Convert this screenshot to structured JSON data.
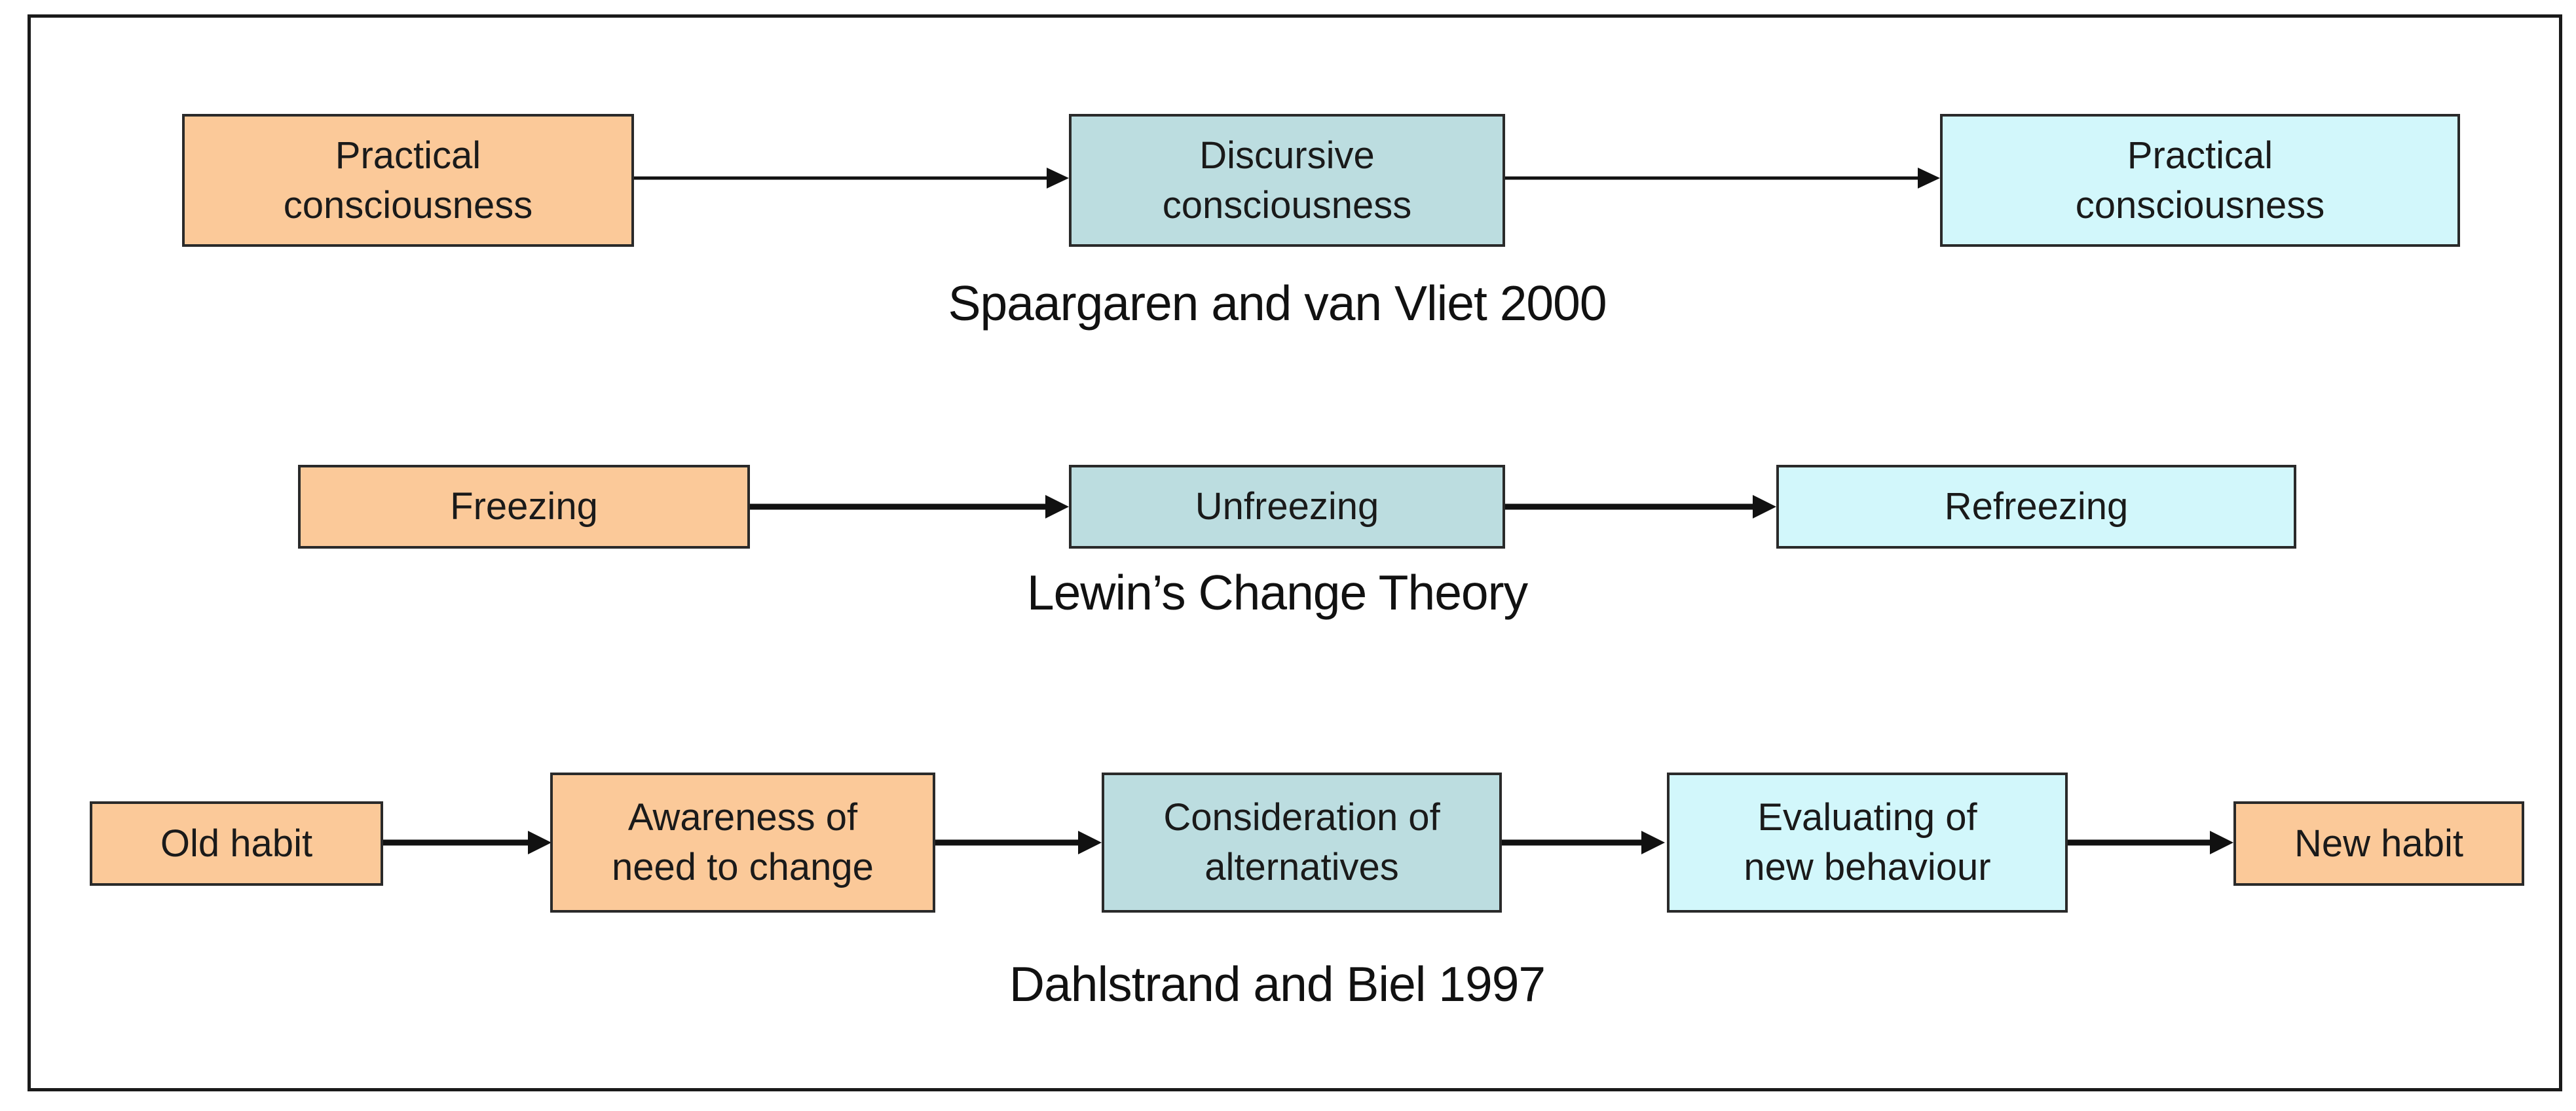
{
  "rows": [
    {
      "boxes": [
        {
          "label": "Practical\nconsciousness",
          "color": "orange"
        },
        {
          "label": "Discursive\nconsciousness",
          "color": "teal"
        },
        {
          "label": "Practical\nconsciousness",
          "color": "cyan"
        }
      ],
      "caption": "Spaargaren and van Vliet 2000"
    },
    {
      "boxes": [
        {
          "label": "Freezing",
          "color": "orange"
        },
        {
          "label": "Unfreezing",
          "color": "teal"
        },
        {
          "label": "Refreezing",
          "color": "cyan"
        }
      ],
      "caption": "Lewin’s Change Theory"
    },
    {
      "boxes": [
        {
          "label": "Old habit",
          "color": "orange"
        },
        {
          "label": "Awareness of\nneed to change",
          "color": "orange"
        },
        {
          "label": "Consideration of\nalternatives",
          "color": "teal"
        },
        {
          "label": "Evaluating of\nnew behaviour",
          "color": "cyan"
        },
        {
          "label": "New habit",
          "color": "orange"
        }
      ],
      "caption": "Dahlstrand and Biel 1997"
    }
  ],
  "colors": {
    "orange": "#fbc999",
    "teal": "#bcdde0",
    "cyan": "#d2f7fb",
    "border": "#2a2a2a",
    "arrow": "#111111"
  }
}
